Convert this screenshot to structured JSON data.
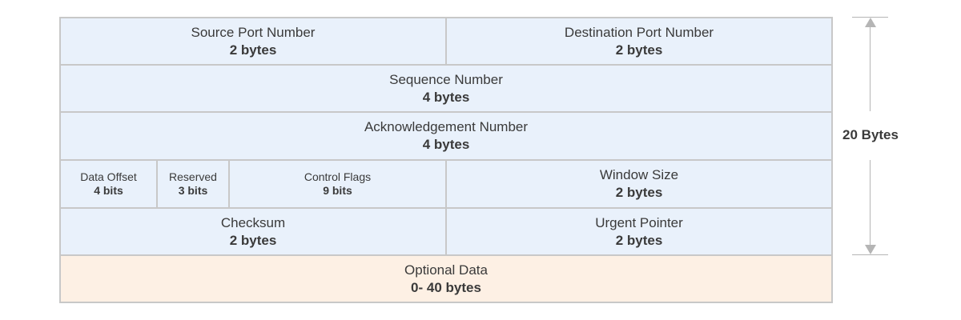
{
  "header_fields": {
    "source_port": {
      "name": "Source Port Number",
      "size": "2 bytes"
    },
    "destination_port": {
      "name": "Destination Port Number",
      "size": "2 bytes"
    },
    "sequence_number": {
      "name": "Sequence Number",
      "size": "4 bytes"
    },
    "acknowledgement_number": {
      "name": "Acknowledgement Number",
      "size": "4 bytes"
    },
    "data_offset": {
      "name": "Data Offset",
      "size": "4 bits"
    },
    "reserved": {
      "name": "Reserved",
      "size": "3 bits"
    },
    "control_flags": {
      "name": "Control Flags",
      "size": "9 bits"
    },
    "window_size": {
      "name": "Window Size",
      "size": "2 bytes"
    },
    "checksum": {
      "name": "Checksum",
      "size": "2 bytes"
    },
    "urgent_pointer": {
      "name": "Urgent Pointer",
      "size": "2 bytes"
    }
  },
  "optional_data": {
    "name": "Optional Data",
    "size": "0- 40 bytes"
  },
  "header_total": {
    "label": "20 Bytes"
  },
  "colors": {
    "header_fill": "#e9f1fb",
    "optional_fill": "#fdf0e4",
    "border": "#c8c8c8",
    "text": "#3a3a3a"
  }
}
